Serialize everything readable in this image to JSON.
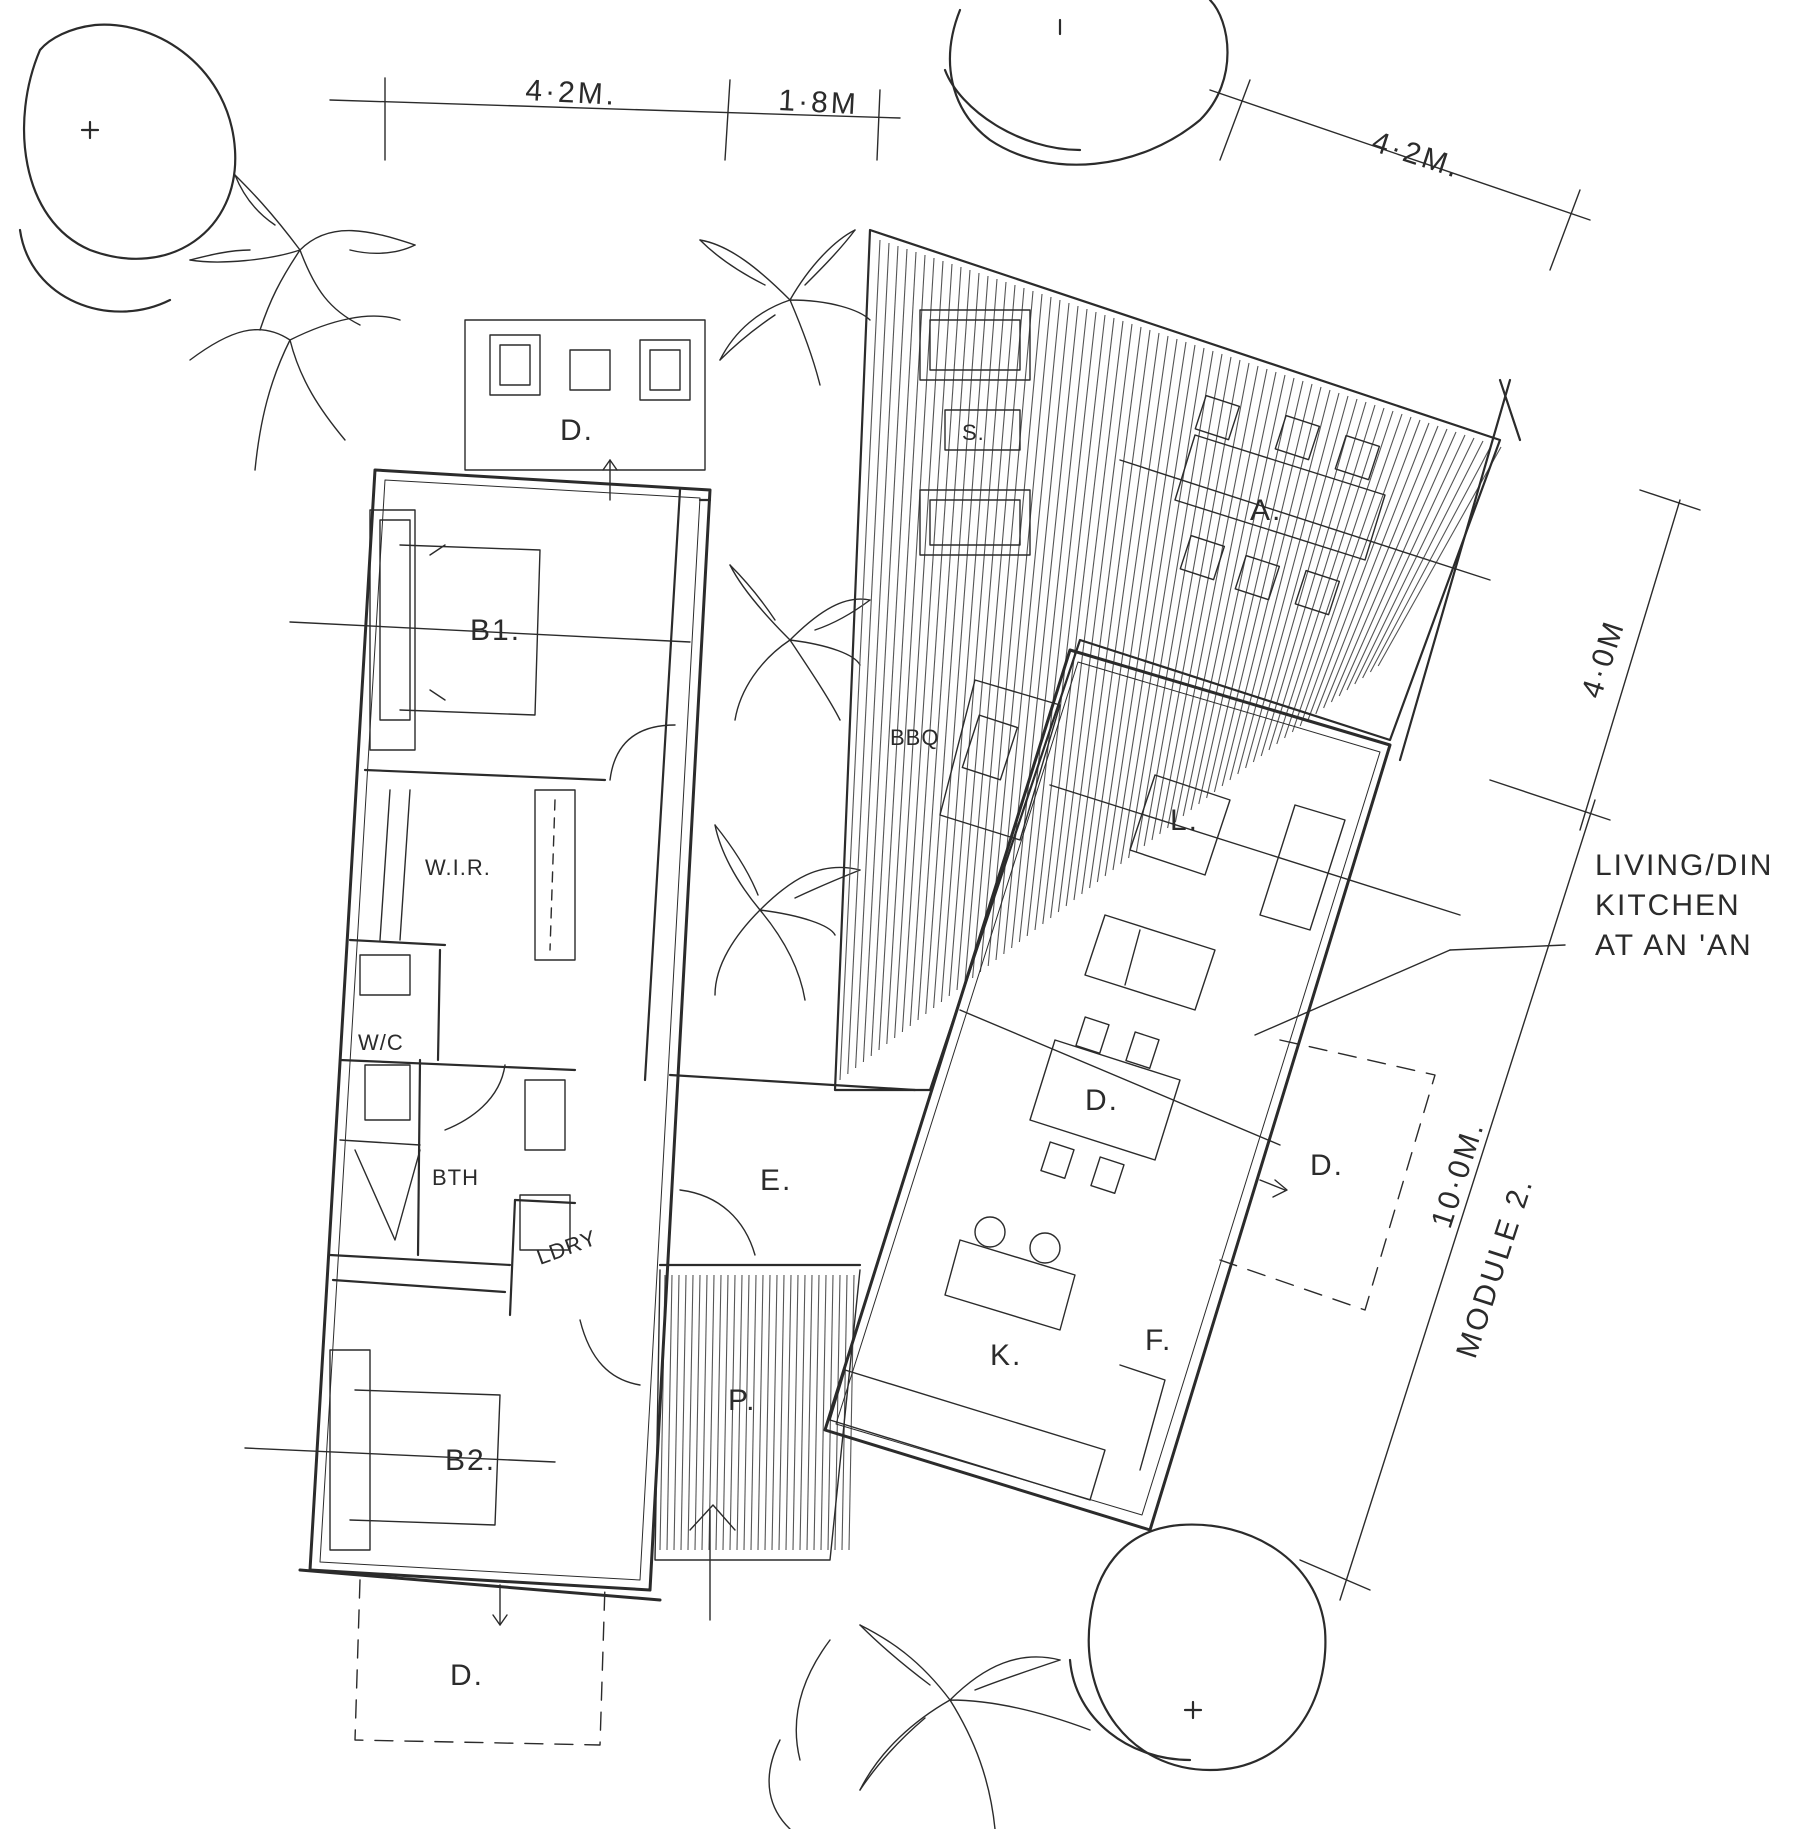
{
  "dimensions": {
    "left_width": "4·2M.",
    "courtyard_width": "1·8M",
    "right_width": "4·2M.",
    "deck_depth": "4·0M",
    "module_length": "10·0M."
  },
  "rooms": {
    "bed1": "B1.",
    "wir": "W.I.R.",
    "wc": "W/C",
    "bath": "BTH",
    "laundry": "LDRY",
    "bed2": "B2.",
    "entry": "E.",
    "porch": "P.",
    "living": "L.",
    "dining": "D.",
    "kitchen": "K.",
    "fridge": "F.",
    "bbq": "BBQ",
    "alfresco": "A.",
    "storage": "S."
  },
  "decks": {
    "top": "D.",
    "bottom": "D.",
    "right": "D."
  },
  "module_label": "MODULE 2.",
  "note_lines": [
    "LIVING/DIN",
    "KITCHEN",
    "AT AN 'AN"
  ]
}
